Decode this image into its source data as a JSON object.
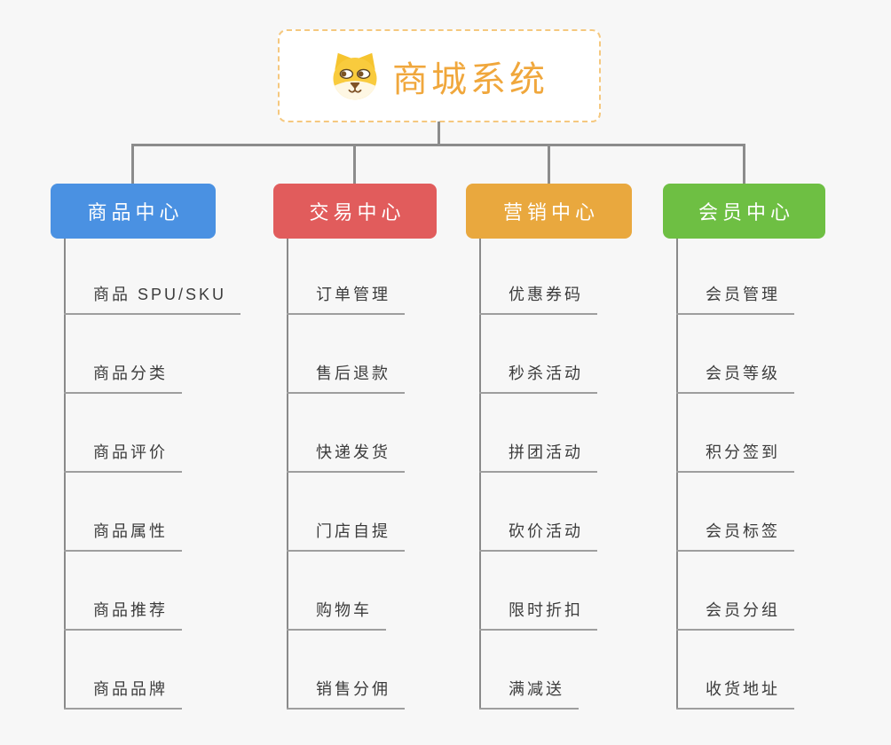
{
  "root": {
    "title": "商城系统",
    "icon": "dog-face-icon",
    "text_color": "#f0a73c",
    "border_color": "#f5c87f",
    "background": "#ffffff"
  },
  "canvas_background": "#f7f7f7",
  "connector_color": "#8c8c8c",
  "leaf_text_color": "#3c3c3c",
  "leaf_underline_color": "#9e9e9e",
  "branches": [
    {
      "label": "商品中心",
      "color": "#4a91e2",
      "children": [
        "商品 SPU/SKU",
        "商品分类",
        "商品评价",
        "商品属性",
        "商品推荐",
        "商品品牌"
      ]
    },
    {
      "label": "交易中心",
      "color": "#e15c5c",
      "children": [
        "订单管理",
        "售后退款",
        "快递发货",
        "门店自提",
        "购物车",
        "销售分佣"
      ]
    },
    {
      "label": "营销中心",
      "color": "#e9a83e",
      "children": [
        "优惠券码",
        "秒杀活动",
        "拼团活动",
        "砍价活动",
        "限时折扣",
        "满减送"
      ]
    },
    {
      "label": "会员中心",
      "color": "#6ebf43",
      "children": [
        "会员管理",
        "会员等级",
        "积分签到",
        "会员标签",
        "会员分组",
        "收货地址"
      ]
    }
  ]
}
